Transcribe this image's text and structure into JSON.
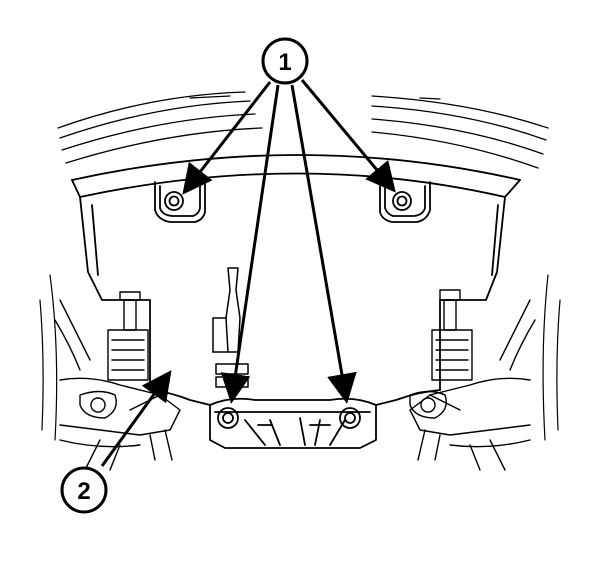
{
  "figure": {
    "type": "line-art technical illustration",
    "ink_color": "#000000",
    "paper_color": "#ffffff"
  },
  "callouts": [
    {
      "id": "callout-1",
      "label": "1"
    },
    {
      "id": "callout-2",
      "label": "2"
    }
  ]
}
